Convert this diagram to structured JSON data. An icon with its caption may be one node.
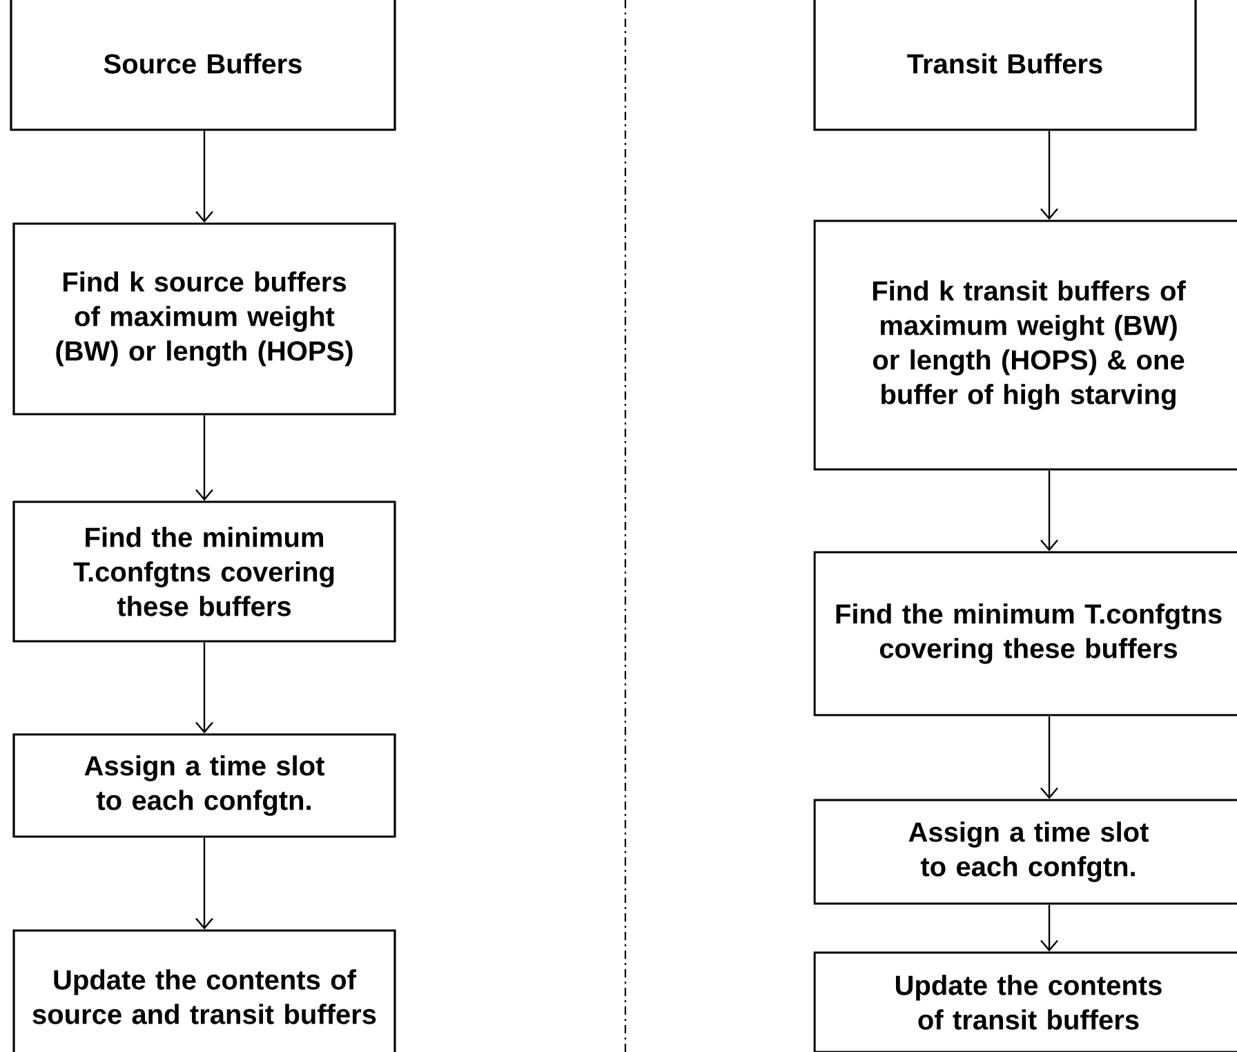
{
  "diagram": {
    "nodes": [
      {
        "text": [
          "Source Buffers"
        ]
      },
      {
        "text": [
          "Find k source buffers of maximum weight (BW) or length (HOPS)"
        ]
      },
      {
        "text": [
          "Find the minimum T.confgtns covering these buffers"
        ]
      },
      {
        "text": [
          "Assign a time slot to each confgtn."
        ]
      },
      {
        "text": [
          "Update the contents of source and transit buffers"
        ]
      },
      {
        "text": [
          "Transit Buffers"
        ]
      },
      {
        "text": [
          "Find k transit buffers of maximum weight (BW) or length (HOPS) & one buffer of high starving"
        ]
      },
      {
        "text": [
          "Find the minimum T.confgtns covering these buffers"
        ]
      },
      {
        "text": [
          "Assign a time slot to each confgtn."
        ]
      },
      {
        "text": [
          "Update the contents of transit buffers"
        ]
      }
    ],
    "edges": [
      {
        "from": 0,
        "to": 1,
        "arrow": "to"
      },
      {
        "from": 1,
        "to": 2,
        "arrow": "to"
      },
      {
        "from": 2,
        "to": 3,
        "arrow": "to"
      },
      {
        "from": 3,
        "to": 4,
        "arrow": "to"
      },
      {
        "from": 5,
        "to": 6,
        "arrow": "to"
      },
      {
        "from": 6,
        "to": 7,
        "arrow": "to"
      },
      {
        "from": 7,
        "to": 8,
        "arrow": "to"
      },
      {
        "from": 8,
        "to": 9,
        "arrow": "to"
      }
    ]
  }
}
